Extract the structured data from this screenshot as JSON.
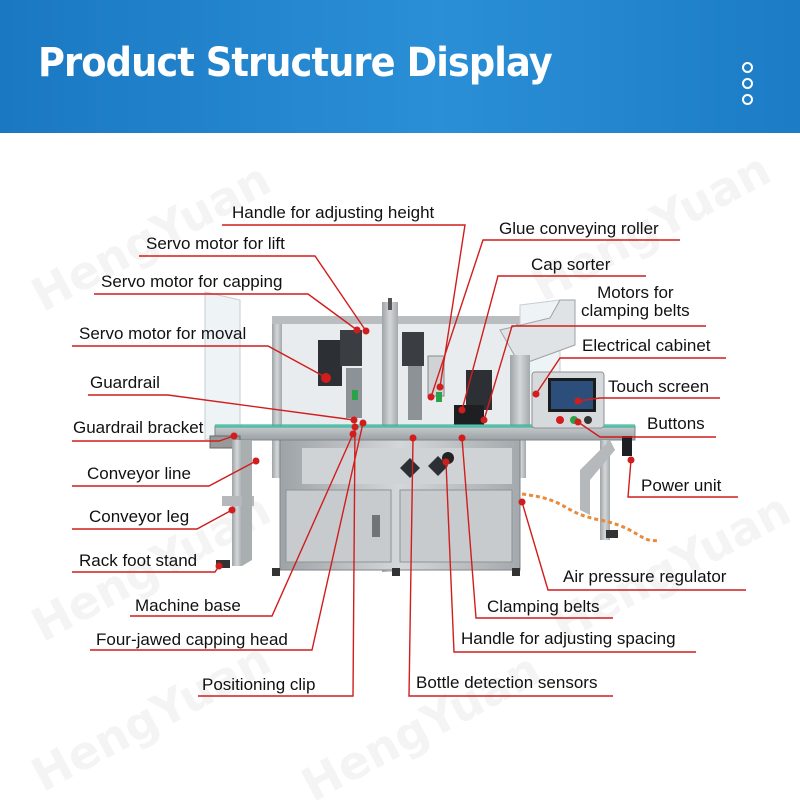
{
  "header": {
    "title": "Product Structure Display"
  },
  "watermark": "HengYuan",
  "labels": {
    "handle_height": "Handle for adjusting height",
    "servo_lift": "Servo motor for lift",
    "servo_capping": "Servo motor for capping",
    "servo_moval": "Servo motor for moval",
    "guardrail": "Guardrail",
    "guardrail_bracket": "Guardrail bracket",
    "conveyor_line": "Conveyor line",
    "conveyor_leg": "Conveyor leg",
    "rack_foot": "Rack foot stand",
    "machine_base": "Machine base",
    "capping_head": "Four-jawed capping head",
    "positioning_clip": "Positioning clip",
    "glue_roller": "Glue conveying roller",
    "cap_sorter": "Cap sorter",
    "motors_belts": "Motors for\nclamping belts",
    "electrical_cabinet": "Electrical cabinet",
    "touch_screen": "Touch screen",
    "buttons": "Buttons",
    "power_unit": "Power unit",
    "air_regulator": "Air pressure regulator",
    "clamping_belts": "Clamping belts",
    "handle_spacing": "Handle for adjusting spacing",
    "bottle_sensors": "Bottle detection sensors"
  },
  "colors": {
    "banner": "#1f82cc",
    "leader": "#d11d1d",
    "steel": "#b8bcbf"
  }
}
